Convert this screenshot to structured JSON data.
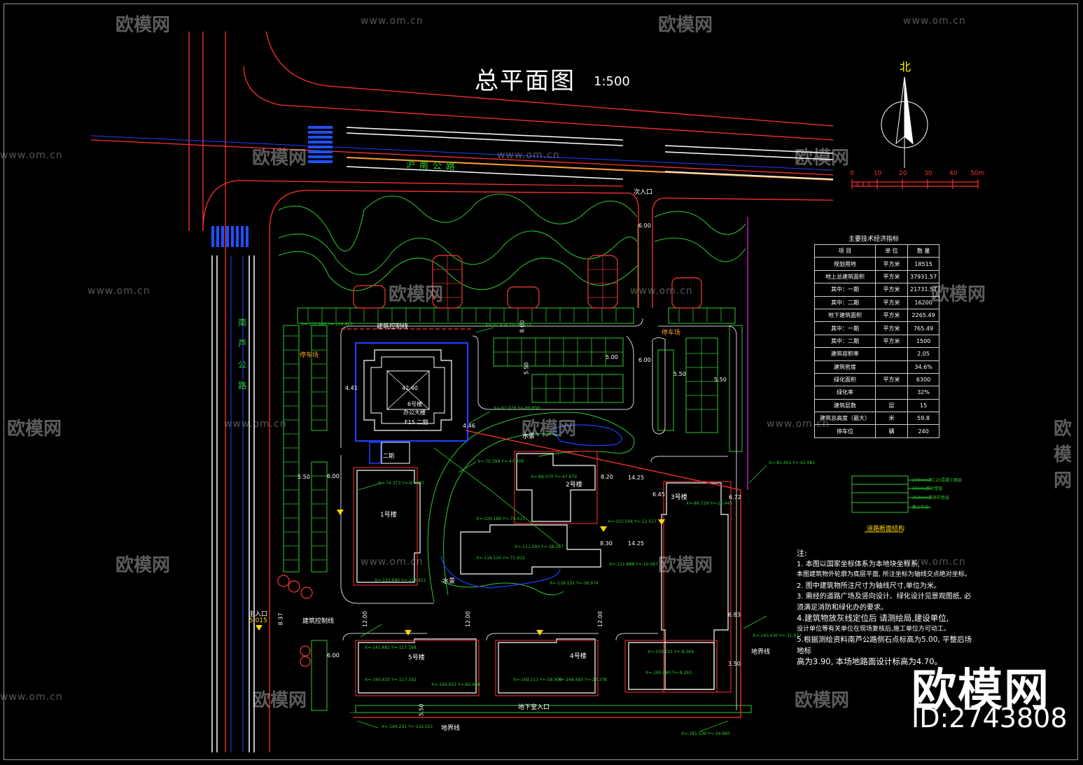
{
  "drawing": {
    "title": "总平面图",
    "scale": "1:500",
    "north": "北",
    "scale_ticks": [
      "0",
      "10",
      "20",
      "30",
      "40",
      "50m"
    ]
  },
  "roads": {
    "hunan": "沪南公路",
    "nanlu": [
      "南",
      "芦",
      "公",
      "路"
    ],
    "secondary_entrance": "次入口",
    "main_entrance": "主入口",
    "main_entrance_elev": "5.015"
  },
  "site_labels": {
    "building_control_line": "建筑控制线",
    "building_control_line_2": "建筑控制线",
    "parking_lot_1": "停车场",
    "parking_lot_2": "停车场",
    "water_1": "水景",
    "water_2": "水景",
    "property_line_1": "地界线",
    "property_line_2": "地界线",
    "basement_entrance": "地下室入口",
    "office": "办公大楼",
    "office_no": "6号楼",
    "office_height": "42.40",
    "phase2_a": "F15 二期",
    "phase2_b": "二期",
    "buildings": [
      "1号楼",
      "2号楼",
      "3号楼",
      "4号楼",
      "5号楼"
    ]
  },
  "spec_table": {
    "title": "主要技术经济指标",
    "header": [
      "项 目",
      "单 位",
      "数 量"
    ],
    "rows": [
      [
        "规划用地",
        "平方米",
        "18515"
      ],
      [
        "地上总建筑面积",
        "平方米",
        "37931.57"
      ],
      [
        "其中：一期",
        "平方米",
        "21731.57"
      ],
      [
        "其中：二期",
        "平方米",
        "16200"
      ],
      [
        "地下建筑面积",
        "平方米",
        "2265.49"
      ],
      [
        "其中：一期",
        "平方米",
        "765.49"
      ],
      [
        "其中：二期",
        "平方米",
        "1500"
      ],
      [
        "建筑容积率",
        "",
        "2.05"
      ],
      [
        "建筑密度",
        "",
        "34.6%"
      ],
      [
        "绿化面积",
        "平方米",
        "6300"
      ],
      [
        "绿化率",
        "",
        "32%"
      ],
      [
        "建筑层数",
        "层",
        "15"
      ],
      [
        "建筑总高度（最大）",
        "米",
        "59.8"
      ],
      [
        "停车位",
        "辆",
        "240"
      ]
    ]
  },
  "pavement": {
    "caption": "道路断面结构",
    "layers": [
      "200mm厚C20混凝土面层",
      "50mm厚砂垫层",
      "250mm厚碎石垫层",
      "素土夯实"
    ]
  },
  "notes": {
    "heading": "注:",
    "lines": [
      "1. 本图以国家坐标体系为本地块坐标系,",
      "   本图建筑物外轮廓为底层平面, 所注坐标为轴线交点绝对坐标。",
      "2. 图中建筑物所注尺寸为轴线尺寸,单位为米。",
      "3. 需经的道路广场及竖向设计、绿化设计见景观图纸, 必",
      "   须满足消防和绿化办的要求。",
      "4.建筑物放灰线定位后 请测绘局,建设单位,",
      "   设计单位等有关单位在现场复核后,施工单位方可动工。",
      "5.根据测绘资料南芦公路侧石点标高为5.00, 平整后场地标",
      "   高为3.90, 本场地路面设计标高为4.70。"
    ]
  },
  "dimensions": [
    "6.00",
    "8.00",
    "5.00",
    "5.50",
    "6.00",
    "5.50",
    "5.50",
    "4.41",
    "4.46",
    "5.50",
    "6.00",
    "8.20",
    "14.25",
    "6.45",
    "14.25",
    "8.30",
    "6.72",
    "12.00",
    "12.00",
    "12.00",
    "6.00",
    "5.50",
    "8.37",
    "6.83",
    "3.50"
  ],
  "coordinates": [
    "X=-82.434 Y=-96.410",
    "X=-112.680 Y=-116.420",
    "X=-62.028 Y=-89.890",
    "X=-74.373 Y=-87.637",
    "X=-70.399 Y=-47.909",
    "X=-66.070 Y=-47.679",
    "X=-81.451 Y=-42.081",
    "X=-89.729 Y=-25.445",
    "X=-100.186 Y=-70.613",
    "X=-102.504 Y=-12.517",
    "X=-116.124 Y=-71.912",
    "X=-111.093 Y=-38.197",
    "X=-111.888 Y=-10.067",
    "X=-131.680 Y=-114.811",
    "X=-118.131 Y=-36.974",
    "X=-141.881 Y=-117.188",
    "X=-140.630 Y=-31.637",
    "X=-150.721 Y=-8.364",
    "X=-160.610 Y=-117.192",
    "X=-160.631 Y=-85.668",
    "X=-169.211 Y=-58.904",
    "X=-166.493 Y=-23.378",
    "X=-165.660 Y=-8.263",
    "X=-184.231 Y=-122.021",
    "X=-181.539 Y=-34.965"
  ],
  "watermark": {
    "brand": "欧模网",
    "url": "www.om.cn",
    "logo": "欧模网",
    "id": "ID:2743808"
  },
  "colors": {
    "background": "#000000",
    "road": "#ff3030",
    "green": "#2ccb2c",
    "tree_red": "#d43030",
    "building": "#ffffff",
    "blue": "#2040ff",
    "yellow": "#ffd700",
    "magenta": "#e020e0",
    "cyan_green": "#00ff80"
  }
}
